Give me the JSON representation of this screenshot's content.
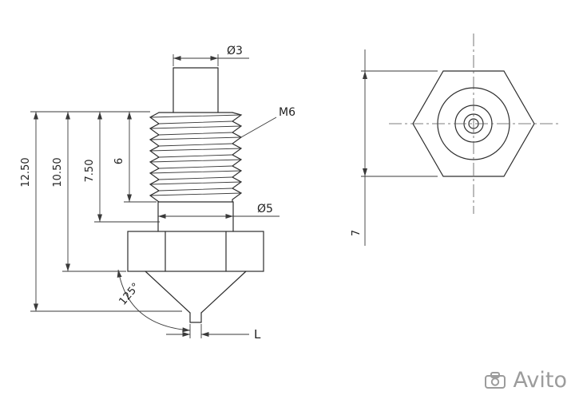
{
  "page": {
    "background": "#ffffff",
    "type": "technical-drawing-nozzle"
  },
  "drawing": {
    "labels": {
      "dia_top": "Ø3",
      "thread": "M6",
      "dia_neck": "Ø5",
      "cone_angle": "125°",
      "tip_length": "L",
      "total_length": "12.50",
      "len_to_hex_bottom": "10.50",
      "thread_runout_length": "7.50",
      "thread_length": "6",
      "hex_across_flats": "7"
    }
  },
  "watermark": {
    "icon": "camera-icon",
    "label": "Avito"
  },
  "colors": {
    "line": "#2d2d2d",
    "dimension": "#3a3a3a",
    "watermark": "#9c9c9c",
    "background": "#ffffff"
  }
}
